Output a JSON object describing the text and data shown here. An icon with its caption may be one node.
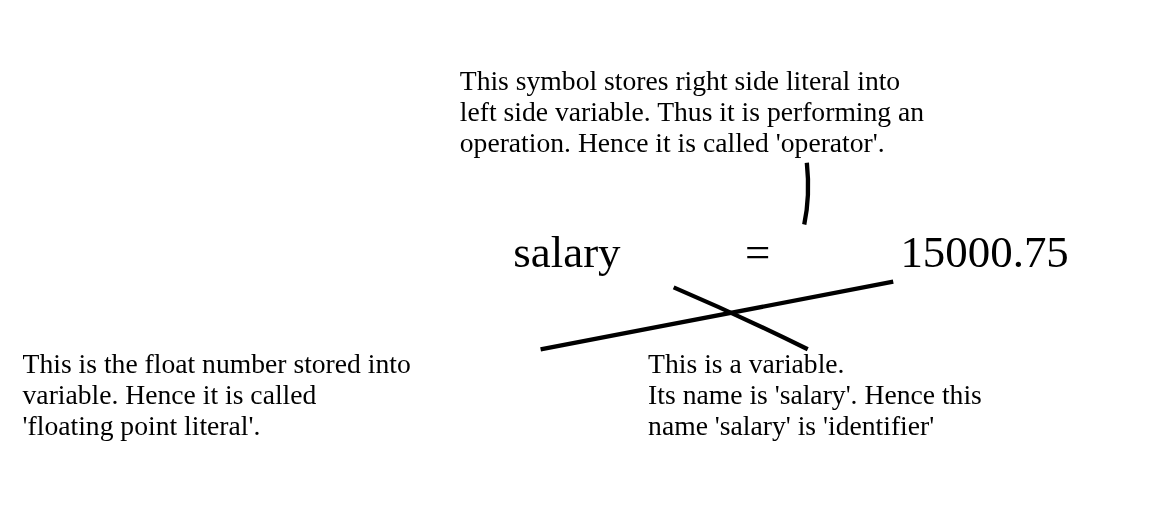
{
  "diagram": {
    "nodes": [
      {
        "text": [
          "This symbol stores right side literal into left side variable. Thus it is performing an operation. Hence it is called 'operator'."
        ]
      },
      {
        "text": [
          "salary"
        ]
      },
      {
        "text": [
          "="
        ]
      },
      {
        "text": [
          "15000.75"
        ]
      },
      {
        "text": [
          "This is a variable.",
          "Its name is 'salary'. Hence this name 'salary' is 'identifier'"
        ]
      },
      {
        "text": [
          "This is the float number stored into variable. Hence it is called 'floating point literal'."
        ]
      }
    ],
    "edges": [
      {
        "from": 0,
        "to": 2,
        "arrow": "none"
      },
      {
        "from": 4,
        "to": 1,
        "arrow": "none"
      },
      {
        "from": 5,
        "to": 3,
        "arrow": "none"
      }
    ]
  }
}
